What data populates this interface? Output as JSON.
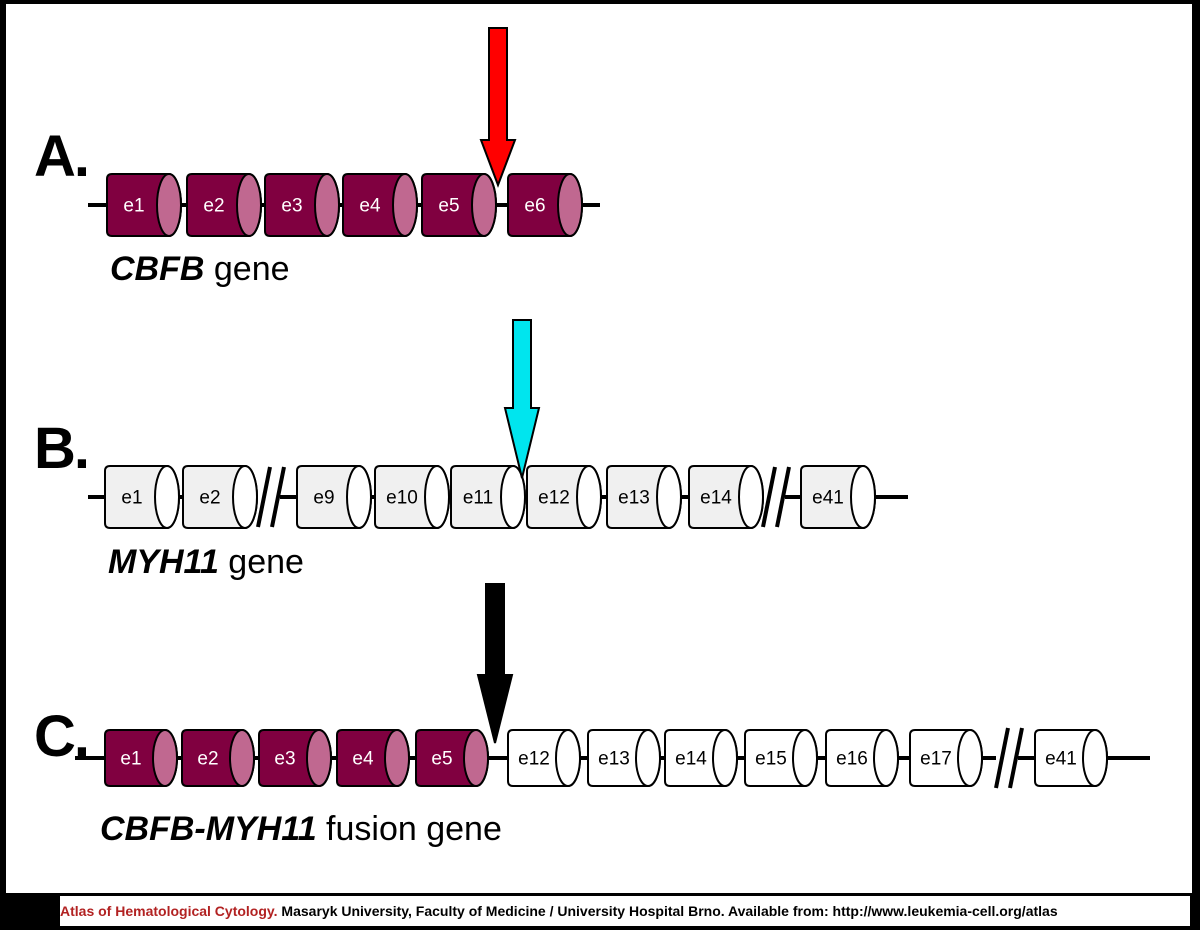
{
  "diagram": {
    "panels": [
      {
        "letter": "A.",
        "gene_symbol": "CBFB",
        "gene_suffix": " gene",
        "exons": [
          {
            "label": "e1",
            "type": "cbfb"
          },
          {
            "label": "e2",
            "type": "cbfb"
          },
          {
            "label": "e3",
            "type": "cbfb"
          },
          {
            "label": "e4",
            "type": "cbfb"
          },
          {
            "label": "e5",
            "type": "cbfb"
          },
          {
            "label": "e6",
            "type": "cbfb"
          }
        ],
        "breakpoint": {
          "between": "e5-e6",
          "color": "#ff0000"
        }
      },
      {
        "letter": "B.",
        "gene_symbol": "MYH11",
        "gene_suffix": " gene",
        "exons": [
          {
            "label": "e1",
            "type": "myh11"
          },
          {
            "label": "e2",
            "type": "myh11"
          },
          {
            "label": "e9",
            "type": "myh11"
          },
          {
            "label": "e10",
            "type": "myh11"
          },
          {
            "label": "e11",
            "type": "myh11"
          },
          {
            "label": "e12",
            "type": "myh11"
          },
          {
            "label": "e13",
            "type": "myh11"
          },
          {
            "label": "e14",
            "type": "myh11"
          },
          {
            "label": "e41",
            "type": "myh11"
          }
        ],
        "gaps": [
          "e2-e9",
          "e14-e41"
        ],
        "breakpoint": {
          "between": "e11-e12",
          "color": "#00e5ee"
        }
      },
      {
        "letter": "C.",
        "gene_symbol": "CBFB-MYH11",
        "gene_suffix": " fusion gene",
        "exons": [
          {
            "label": "e1",
            "type": "cbfb"
          },
          {
            "label": "e2",
            "type": "cbfb"
          },
          {
            "label": "e3",
            "type": "cbfb"
          },
          {
            "label": "e4",
            "type": "cbfb"
          },
          {
            "label": "e5",
            "type": "cbfb"
          },
          {
            "label": "e12",
            "type": "fusion"
          },
          {
            "label": "e13",
            "type": "fusion"
          },
          {
            "label": "e14",
            "type": "fusion"
          },
          {
            "label": "e15",
            "type": "fusion"
          },
          {
            "label": "e16",
            "type": "fusion"
          },
          {
            "label": "e17",
            "type": "fusion"
          },
          {
            "label": "e41",
            "type": "fusion"
          }
        ],
        "gaps": [
          "e17-e41"
        ],
        "breakpoint": {
          "between": "e5-e12",
          "color": "#000000"
        }
      }
    ],
    "colors": {
      "cbfb_body": "#800040",
      "cbfb_cap": "#c06890",
      "myh11_body": "#f0f0f0",
      "myh11_cap": "#ffffff",
      "fusion_body": "#ffffff",
      "fusion_cap": "#ffffff",
      "line": "#000000"
    }
  },
  "footer": {
    "atlas": "Atlas of Hematological Cytology.",
    "rest": " Masaryk University, Faculty of Medicine / University Hospital Brno. Available from: http://www.leukemia-cell.org/atlas"
  }
}
